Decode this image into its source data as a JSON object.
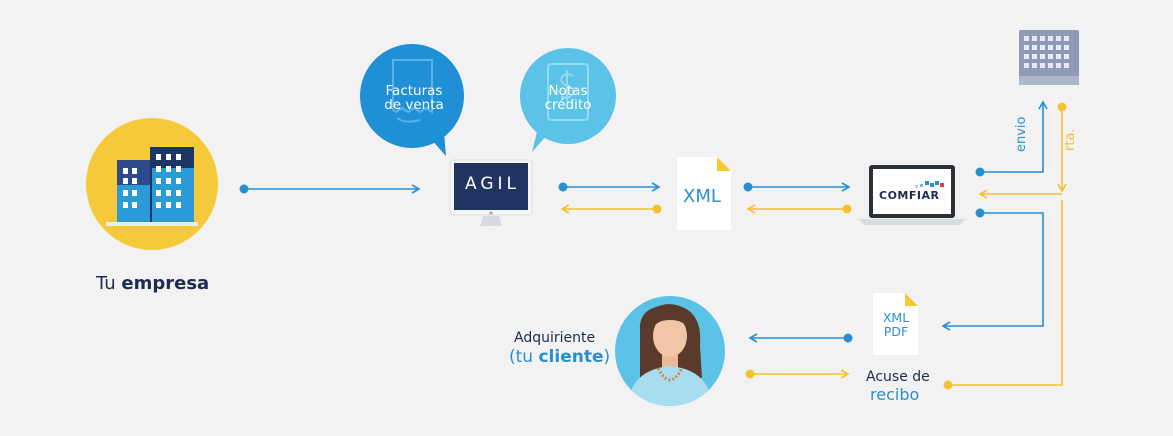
{
  "company": {
    "prefix": "Tu",
    "name": "empresa"
  },
  "bubbles": {
    "facturas": {
      "line1": "Facturas",
      "line2": "de venta"
    },
    "notas": {
      "line1": "Notas",
      "line2": "crédito"
    }
  },
  "software": {
    "logo": "AGIL"
  },
  "document": {
    "xml": "XML"
  },
  "platform": {
    "logo": "COMFIAR"
  },
  "authority_flow": {
    "send": "envio",
    "reply": "rta."
  },
  "output_doc": {
    "line1": "XML",
    "line2": "PDF"
  },
  "receiver": {
    "line1": "Adquiriente",
    "line2_open": "(tu",
    "line2_bold": "cliente",
    "line2_close": ")"
  },
  "receipt": {
    "line1": "Acuse de",
    "line2": "recibo"
  },
  "colors": {
    "blue": "#2a8fd0",
    "yellow": "#f5c130",
    "dark": "#1d2b4f",
    "background": "#f2f2f2"
  },
  "icons": [
    "building-icon",
    "receipt-icon",
    "dollar-document-icon",
    "monitor-icon",
    "xml-document-icon",
    "laptop-icon",
    "government-building-icon",
    "person-avatar-icon"
  ]
}
